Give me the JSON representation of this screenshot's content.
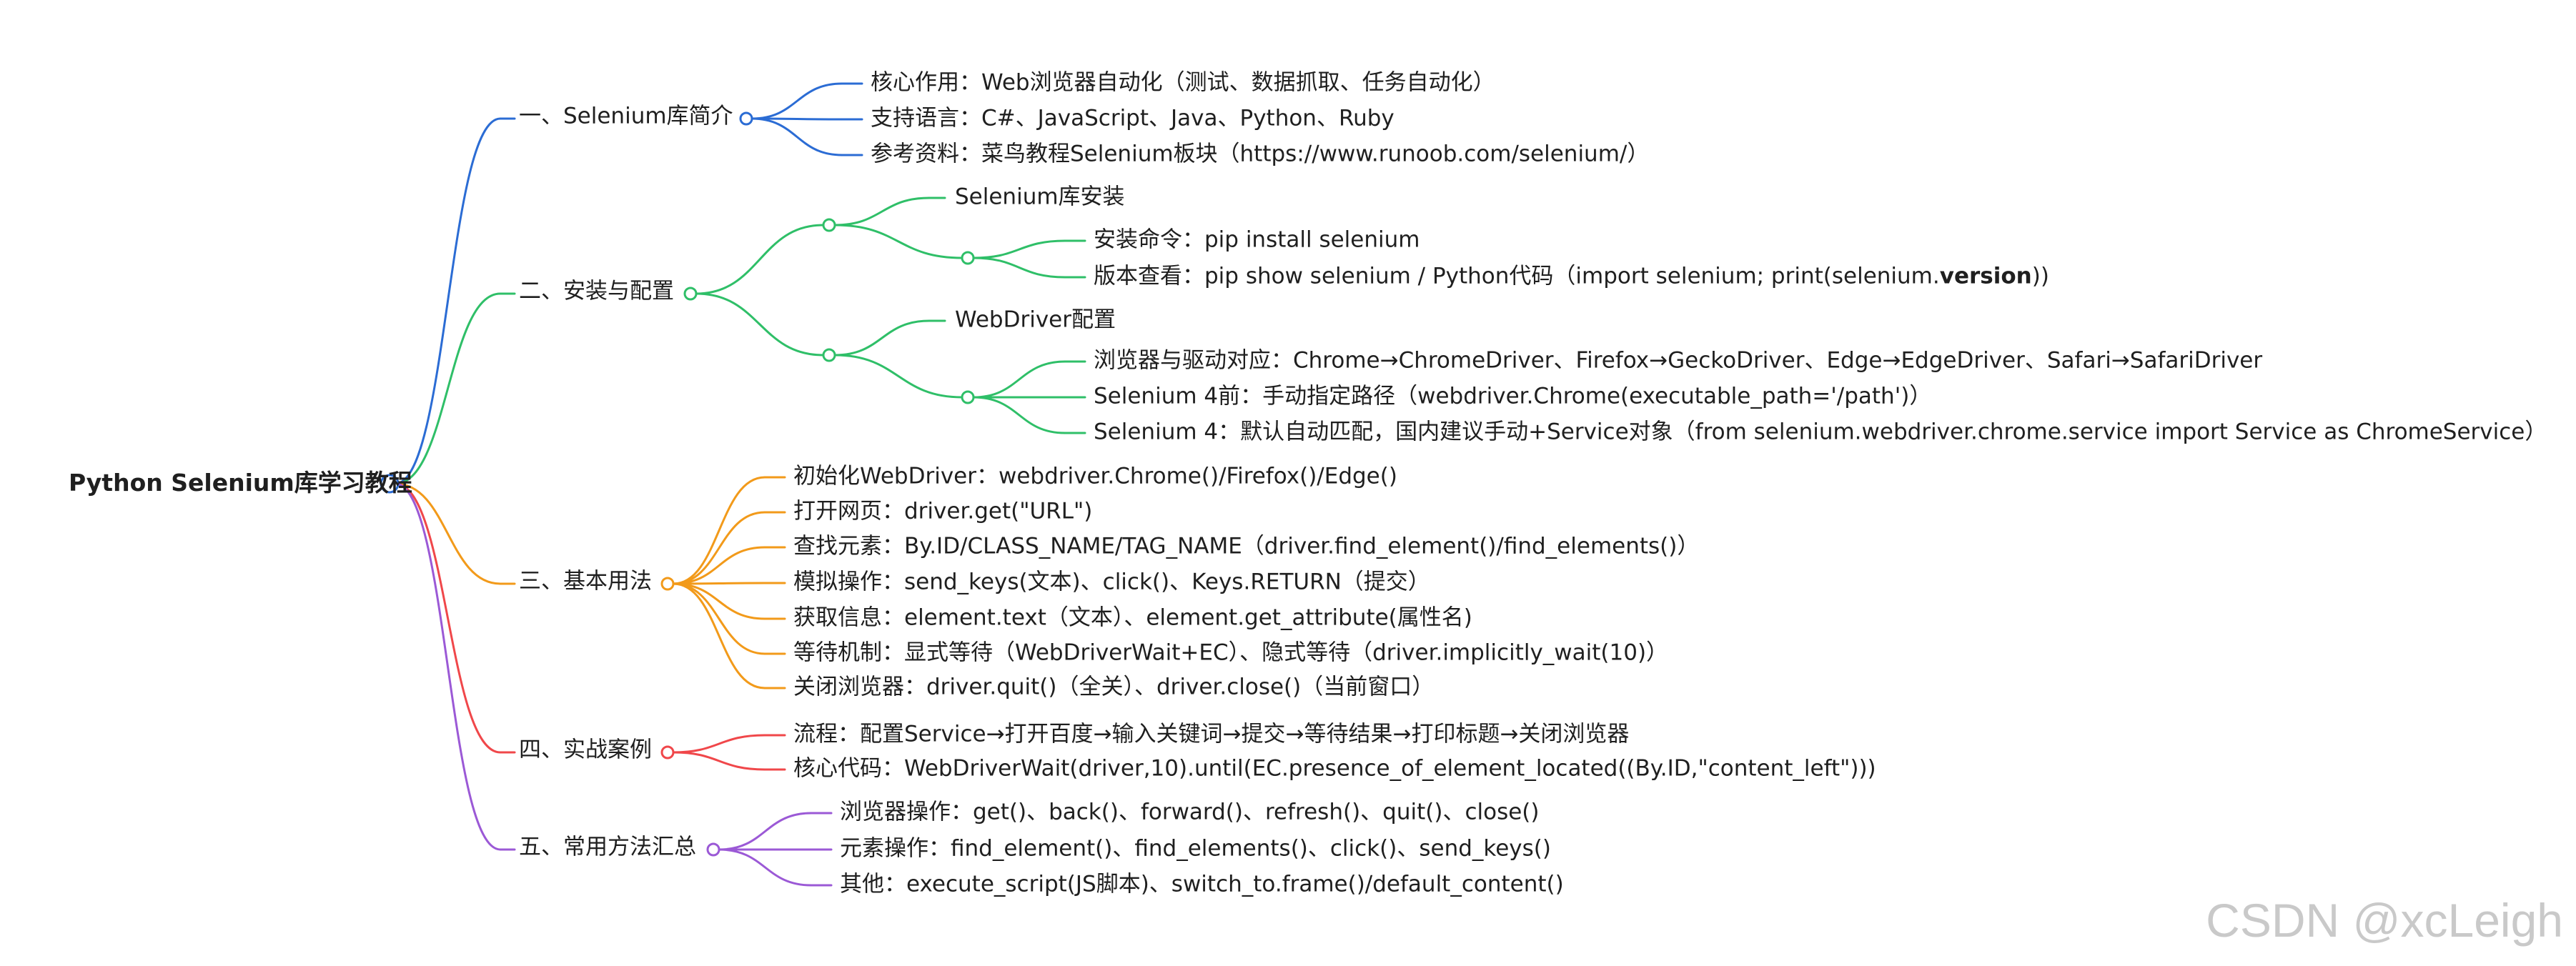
{
  "root": {
    "label": "Python Selenium库学习教程"
  },
  "sections": [
    {
      "id": "s1",
      "label": "一、Selenium库简介",
      "color": "#2b6cd4",
      "items": [
        "核心作用：Web浏览器自动化（测试、数据抓取、任务自动化）",
        "支持语言：C#、JavaScript、Java、Python、Ruby",
        "参考资料：菜鸟教程Selenium板块（https://www.runoob.com/selenium/）"
      ]
    },
    {
      "id": "s2",
      "label": "二、安装与配置",
      "color": "#2fbf68",
      "groups": [
        {
          "title": "Selenium库安装",
          "items": [
            "安装命令：pip install selenium",
            {
              "before": "版本查看：pip show selenium / Python代码（import selenium; print(selenium.",
              "bold": "version",
              "after": "))"
            }
          ]
        },
        {
          "title": "WebDriver配置",
          "items": [
            "浏览器与驱动对应：Chrome→ChromeDriver、Firefox→GeckoDriver、Edge→EdgeDriver、Safari→SafariDriver",
            "Selenium 4前：手动指定路径（webdriver.Chrome(executable_path='/path')）",
            "Selenium 4：默认自动匹配，国内建议手动+Service对象（from selenium.webdriver.chrome.service import Service as ChromeService）"
          ]
        }
      ]
    },
    {
      "id": "s3",
      "label": "三、基本用法",
      "color": "#f29a1a",
      "items": [
        "初始化WebDriver：webdriver.Chrome()/Firefox()/Edge()",
        "打开网页：driver.get(\"URL\")",
        "查找元素：By.ID/CLASS_NAME/TAG_NAME（driver.find_element()/find_elements()）",
        "模拟操作：send_keys(文本)、click()、Keys.RETURN（提交）",
        "获取信息：element.text（文本）、element.get_attribute(属性名)",
        "等待机制：显式等待（WebDriverWait+EC）、隐式等待（driver.implicitly_wait(10)）",
        "关闭浏览器：driver.quit()（全关）、driver.close()（当前窗口）"
      ]
    },
    {
      "id": "s4",
      "label": "四、实战案例",
      "color": "#f0474a",
      "items": [
        "流程：配置Service→打开百度→输入关键词→提交→等待结果→打印标题→关闭浏览器",
        "核心代码：WebDriverWait(driver,10).until(EC.presence_of_element_located((By.ID,\"content_left\")))"
      ]
    },
    {
      "id": "s5",
      "label": "五、常用方法汇总",
      "color": "#9b59d6",
      "items": [
        "浏览器操作：get()、back()、forward()、refresh()、quit()、close()",
        "元素操作：find_element()、find_elements()、click()、send_keys()",
        "其他：execute_script(JS脚本)、switch_to.frame()/default_content()"
      ]
    }
  ],
  "watermark": "CSDN @xcLeigh",
  "colors": {
    "root": "#2b6cd4",
    "text": "#1f1f1f",
    "watermark": "#c9c9c9"
  }
}
